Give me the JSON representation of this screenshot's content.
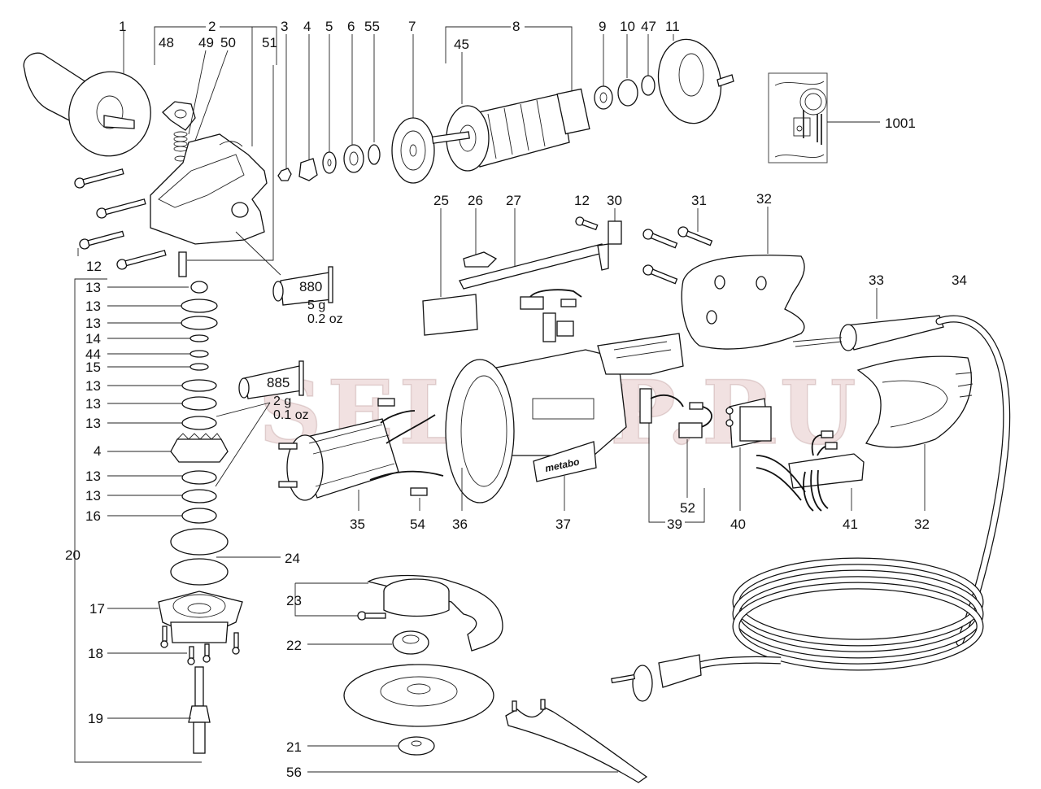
{
  "diagram": {
    "type": "exploded parts diagram",
    "subject": "angle grinder",
    "watermark": "SELTOP.RU",
    "brand_plate_text": "metabo",
    "inset_label": "1001",
    "grease": [
      {
        "id": "880",
        "amount_g": "5 g",
        "amount_oz": "0.2 oz"
      },
      {
        "id": "885",
        "amount_g": "2 g",
        "amount_oz": "0.1 oz"
      }
    ],
    "labels": {
      "p1": "1",
      "p2": "2",
      "p3": "3",
      "p4a": "4",
      "p5": "5",
      "p6": "6",
      "p55": "55",
      "p7": "7",
      "p8": "8",
      "p9": "9",
      "p10": "10",
      "p47": "47",
      "p11": "11",
      "p48": "48",
      "p49": "49",
      "p50": "50",
      "p51": "51",
      "p45": "45",
      "p12a": "12",
      "p12b": "12",
      "p30": "30",
      "p31": "31",
      "p32a": "32",
      "p25": "25",
      "p26": "26",
      "p27": "27",
      "p33": "33",
      "p34": "34",
      "p13a": "13",
      "p13b": "13",
      "p13c": "13",
      "p14": "14",
      "p44": "44",
      "p15": "15",
      "p13d": "13",
      "p13e": "13",
      "p13f": "13",
      "p4b": "4",
      "p13g": "13",
      "p13h": "13",
      "p16": "16",
      "p20": "20",
      "p24": "24",
      "p17": "17",
      "p18": "18",
      "p19": "19",
      "p23": "23",
      "p22": "22",
      "p21": "21",
      "p56": "56",
      "p35": "35",
      "p54": "54",
      "p36": "36",
      "p37": "37",
      "p39": "39",
      "p52": "52",
      "p40": "40",
      "p41": "41",
      "p32b": "32"
    }
  }
}
